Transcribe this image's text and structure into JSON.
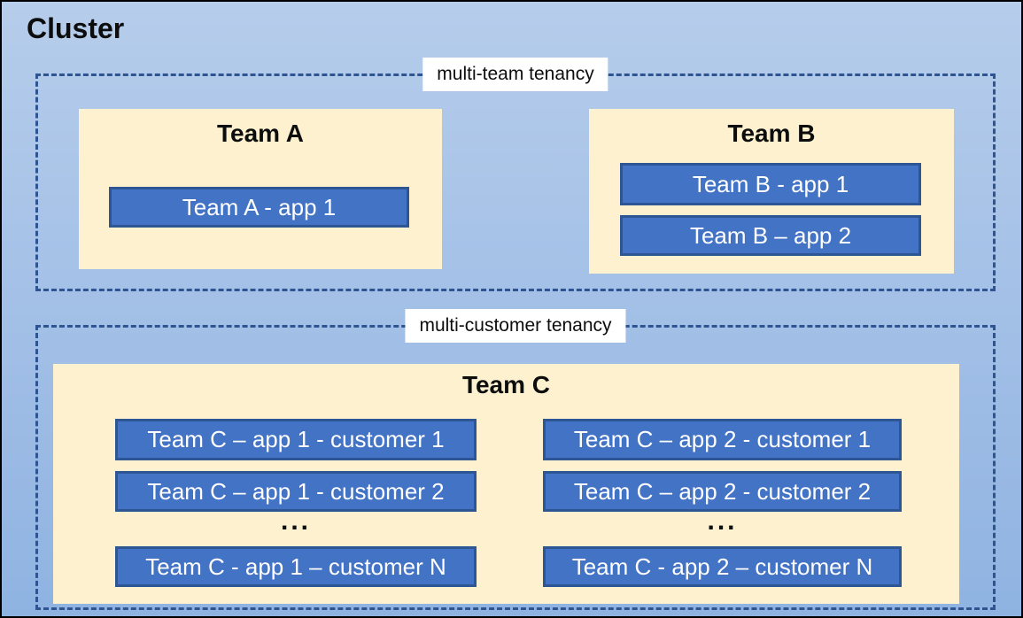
{
  "cluster": {
    "title": "Cluster"
  },
  "multi_team": {
    "label": "multi-team tenancy",
    "team_a": {
      "title": "Team A",
      "app1": "Team A - app 1"
    },
    "team_b": {
      "title": "Team B",
      "app1": "Team B - app 1",
      "app2": "Team B – app 2"
    }
  },
  "multi_customer": {
    "label": "multi-customer tenancy",
    "team_c": {
      "title": "Team C",
      "col1": {
        "row1": "Team C – app 1 - customer 1",
        "row2": "Team C – app 1 - customer 2",
        "ellipsis": "...",
        "rowN": "Team C - app 1 – customer N"
      },
      "col2": {
        "row1": "Team C – app 2 - customer 1",
        "row2": "Team C – app 2 - customer 2",
        "ellipsis": "...",
        "rowN": "Team C - app 2 – customer N"
      }
    }
  },
  "colors": {
    "background_top": "#b6cdeb",
    "background_bottom": "#8fb3e1",
    "outer_border": "#000000",
    "dashed_border": "#2f5492",
    "team_panel": "#fdf1d0",
    "app_fill": "#4273c5",
    "app_border": "#2e5694",
    "app_text": "#ffffff",
    "label_background": "#ffffff",
    "text": "#0d0d0d"
  }
}
